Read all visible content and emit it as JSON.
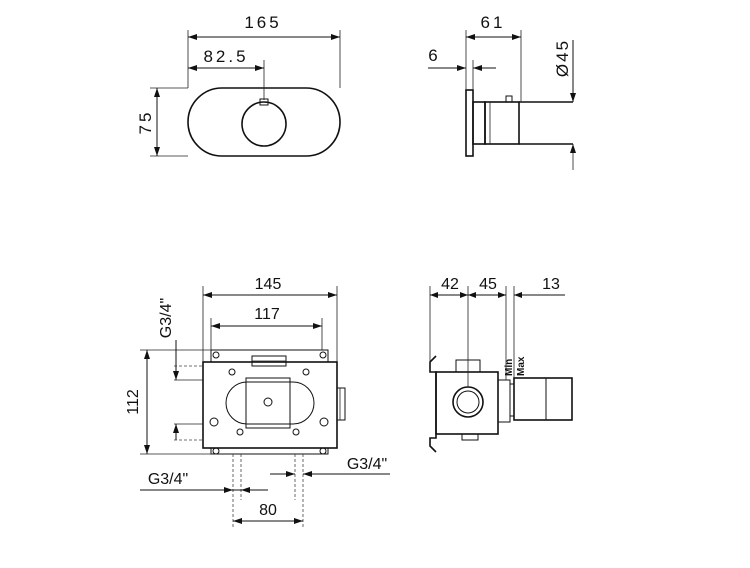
{
  "front_view": {
    "width": "165",
    "center_offset": "82.5",
    "height": "75"
  },
  "side_view": {
    "depth": "61",
    "plate": "6",
    "knob_diameter": "Ø45"
  },
  "body_front": {
    "outer_width": "145",
    "inner_width": "117",
    "height": "112",
    "thread_top": "G3/4\"",
    "thread_left": "G3/4\"",
    "thread_right": "G3/4\"",
    "center_spacing": "80"
  },
  "body_side": {
    "dim_a": "42",
    "dim_b": "45",
    "dim_c": "13",
    "label_min": "Min",
    "label_max": "Max"
  }
}
